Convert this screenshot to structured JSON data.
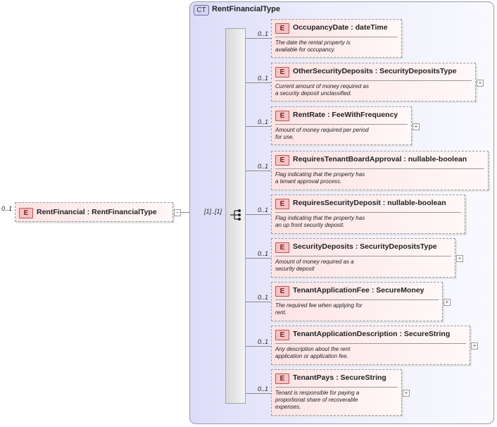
{
  "root": {
    "multiplicity": "0..1",
    "badge": "E",
    "label": "RentFinancial : RentFinancialType",
    "toggle": "−"
  },
  "complex_type": {
    "badge": "CT",
    "title": "RentFinancialType"
  },
  "sequence": {
    "multiplicity": "[1]..[1]"
  },
  "elements": [
    {
      "multiplicity": "0..1",
      "badge": "E",
      "label": "OccupancyDate : dateTime",
      "doc": "The date the rental property is\navailable for occupancy.",
      "expand": ""
    },
    {
      "multiplicity": "0..1",
      "badge": "E",
      "label": "OtherSecurityDeposits : SecurityDepositsType",
      "doc": "Current amount of money required as\na security deposit unclassified.",
      "expand": "+"
    },
    {
      "multiplicity": "0..1",
      "badge": "E",
      "label": "RentRate : FeeWithFrequency",
      "doc": "Amount of money required per period\nfor use.",
      "expand": "+"
    },
    {
      "multiplicity": "0..1",
      "badge": "E",
      "label": "RequiresTenantBoardApproval : nullable-boolean",
      "doc": "Flag indicating that the property has\na tenant approval process.",
      "expand": ""
    },
    {
      "multiplicity": "0..1",
      "badge": "E",
      "label": "RequiresSecurityDeposit : nullable-boolean",
      "doc": "Flag indicating that the property has\nan up front security deposit.",
      "expand": ""
    },
    {
      "multiplicity": "0..1",
      "badge": "E",
      "label": "SecurityDeposits : SecurityDepositsType",
      "doc": "Amount of money required as a\nsecurity deposit",
      "expand": "+"
    },
    {
      "multiplicity": "0..1",
      "badge": "E",
      "label": "TenantApplicationFee : SecureMoney",
      "doc": "The required fee when applying for\nrent.",
      "expand": "+"
    },
    {
      "multiplicity": "0..1",
      "badge": "E",
      "label": "TenantApplicationDescription : SecureString",
      "doc": "Any description about the rent\napplication or application fee.",
      "expand": "+"
    },
    {
      "multiplicity": "0..1",
      "badge": "E",
      "label": "TenantPays : SecureString",
      "doc": "Tenant is responsible for paying a\nproportional share of recoverable\nexpenses.",
      "expand": "+"
    }
  ]
}
